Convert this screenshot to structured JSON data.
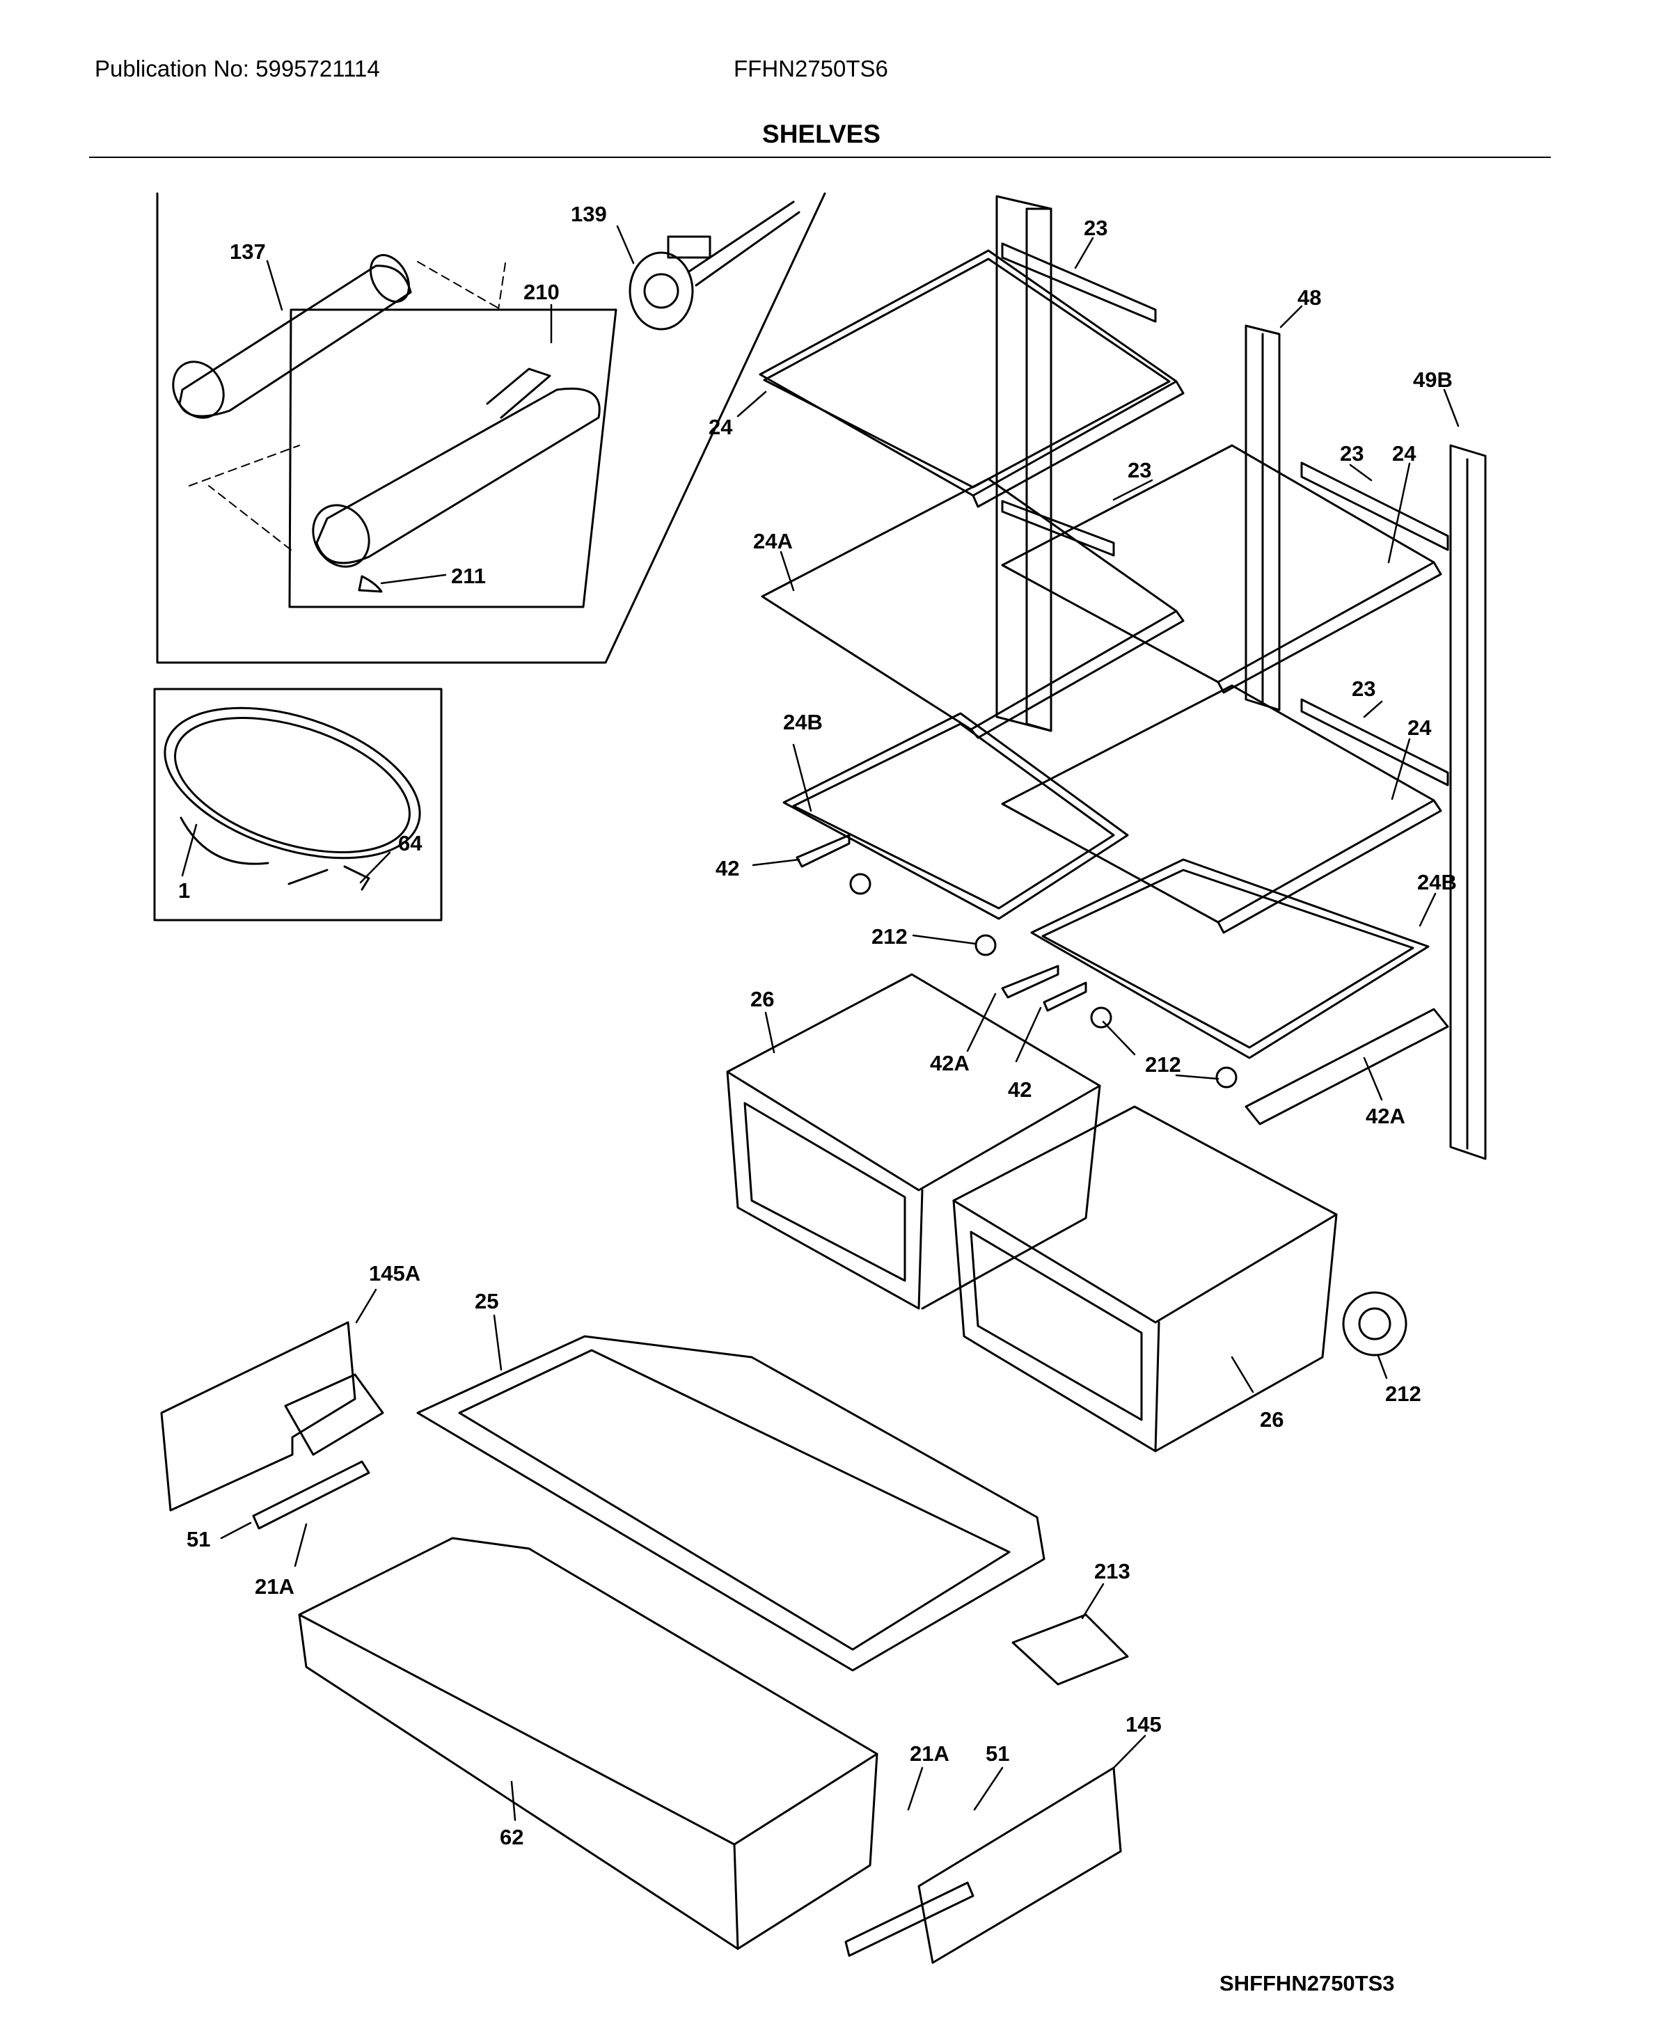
{
  "header": {
    "publication": "Publication No: 5995721114",
    "model": "FFHN2750TS6",
    "title": "SHELVES"
  },
  "footer": {
    "code": "SHFFHN2750TS3"
  },
  "callouts": [
    "137",
    "139",
    "210",
    "211",
    "1",
    "64",
    "23",
    "48",
    "49B",
    "24",
    "24A",
    "24B",
    "42",
    "212",
    "26",
    "42A",
    "145A",
    "25",
    "51",
    "21A",
    "213",
    "62",
    "145"
  ]
}
